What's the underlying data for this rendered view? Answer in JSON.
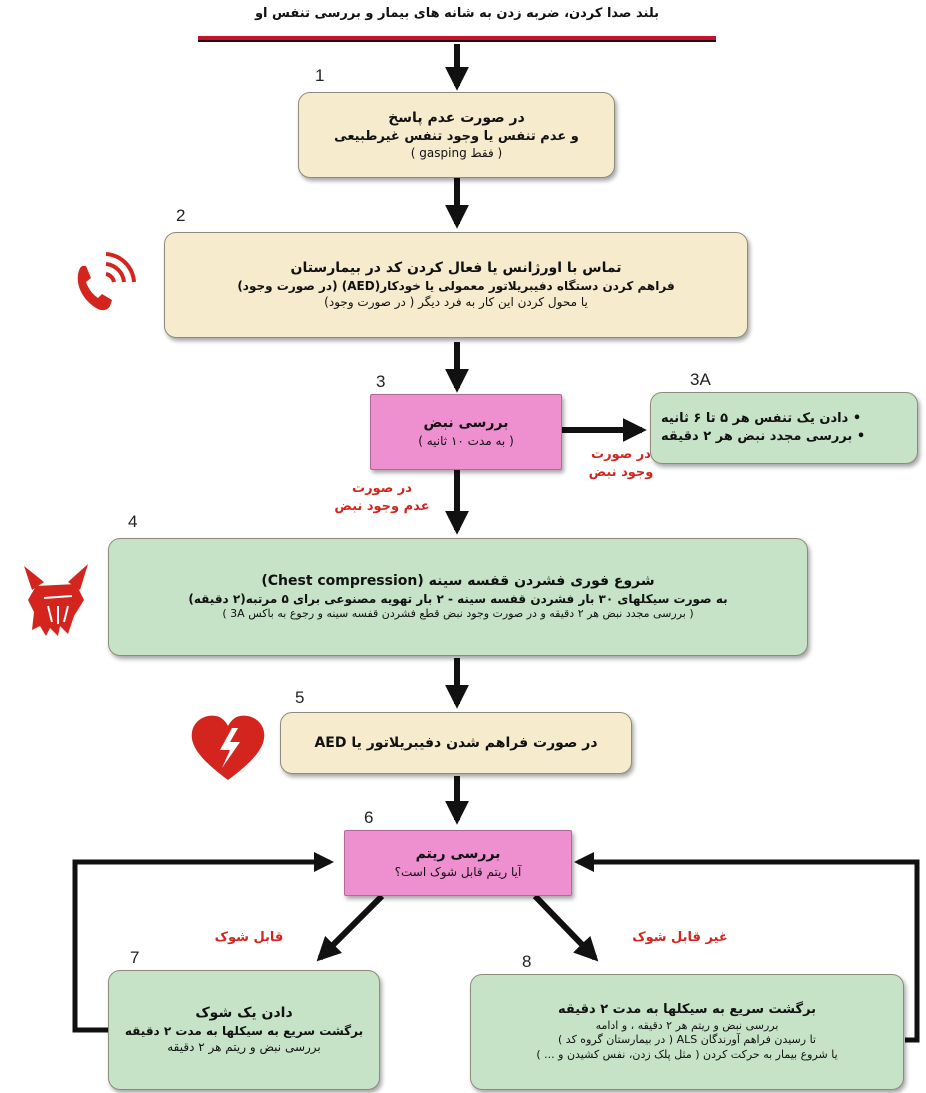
{
  "header": {
    "text": "بلند صدا کردن، ضربه زدن به شانه های بیمار و بررسی تنفس او"
  },
  "steps": {
    "s1": {
      "number": "1",
      "title": "در صورت عدم پاسخ",
      "line2": "و عدم تنفس یا وجود تنفس غیرطبیعی",
      "line3": "( فقط gasping )"
    },
    "s2": {
      "number": "2",
      "title": "تماس با اورژانس یا فعال کردن کد در بیمارستان",
      "line2": "فراهم کردن دستگاه دفیبریلاتور معمولی یا خودکار(AED) (در صورت وجود)",
      "line3": "یا محول کردن این کار به فرد دیگر ( در صورت وجود)"
    },
    "s3": {
      "number": "3",
      "title": "بررسی نبض",
      "line2": "( به مدت ۱۰ ثانیه )"
    },
    "s3a": {
      "number": "3A",
      "bullet1": "• دادن یک تنفس هر ۵ تا ۶ ثانیه",
      "bullet2": "• بررسی مجدد نبض هر ۲ دقیقه"
    },
    "s4": {
      "number": "4",
      "title": "شروع فوری فشردن قفسه سینه (Chest compression)",
      "line2": "به صورت سیکلهای ۳۰ بار فشردن قفسه سینه - ۲ بار تهویه مصنوعی برای ۵ مرتبه(۲ دقیقه)",
      "line3": "( بررسی مجدد نبض هر ۲ دقیقه و در صورت وجود نبض قطع فشردن قفسه سینه و رجوع به باکس 3A )"
    },
    "s5": {
      "number": "5",
      "title": "در صورت فراهم شدن دفیبریلاتور یا AED"
    },
    "s6": {
      "number": "6",
      "title": "بررسی ریتم",
      "line2": "آیا ریتم قابل شوک است؟"
    },
    "s7": {
      "number": "7",
      "title": "دادن یک شوک",
      "line2": "برگشت سریع به سیکلها به مدت ۲ دقیقه",
      "line3": "بررسی نبض و ریتم هر ۲ دقیقه"
    },
    "s8": {
      "number": "8",
      "title": "برگشت سریع به سیکلها به مدت ۲ دقیقه",
      "line2": "بررسی نبض و ریتم هر ۲ دقیقه ، و ادامه",
      "line3": "تا رسیدن فراهم آورندگان ALS ( در بیمارستان گروه کد )",
      "line4": "یا شروع بیمار به حرکت کردن ( مثل پلک زدن، نفس کشیدن و ... )"
    }
  },
  "edge_labels": {
    "pulse_present": {
      "l1": "در صورت",
      "l2": "وجود نبض"
    },
    "no_pulse": {
      "l1": "در صورت",
      "l2": "عدم وجود نبض"
    },
    "shockable": "قابل شوک",
    "non_shockable": "غیر قابل شوک"
  },
  "icons": {
    "phone": "phone-icon",
    "cpr": "cpr-hands-icon",
    "aed": "aed-heart-icon"
  },
  "colors": {
    "beige": "#f6ebcc",
    "green": "#c6e3c8",
    "pink": "#ee8fd0",
    "red": "#d3251e"
  }
}
